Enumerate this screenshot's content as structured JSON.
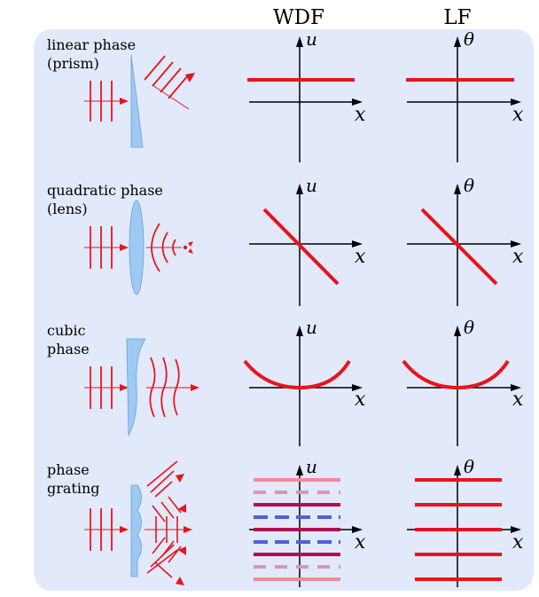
{
  "columns": {
    "wdf": "WDF",
    "lf": "LF"
  },
  "rows": [
    {
      "id": "linear",
      "label_lines": [
        "linear phase",
        "(prism)"
      ]
    },
    {
      "id": "quadratic",
      "label_lines": [
        "quadratic phase",
        "(lens)"
      ]
    },
    {
      "id": "cubic",
      "label_lines": [
        "cubic",
        "phase"
      ]
    },
    {
      "id": "grating",
      "label_lines": [
        "phase",
        "grating"
      ]
    }
  ],
  "axes": {
    "wdf_vertical": "u",
    "lf_vertical": "θ",
    "horizontal": "x"
  },
  "colors": {
    "panel": "#e1e9fb",
    "wave": "#e8141c",
    "optic": "#9ec9f3",
    "optic_edge": "#6a9fd8",
    "axis": "#000000",
    "grating_pink": "#f08a94",
    "grating_blue": "#5060d8",
    "grating_dark": "#b01050"
  }
}
